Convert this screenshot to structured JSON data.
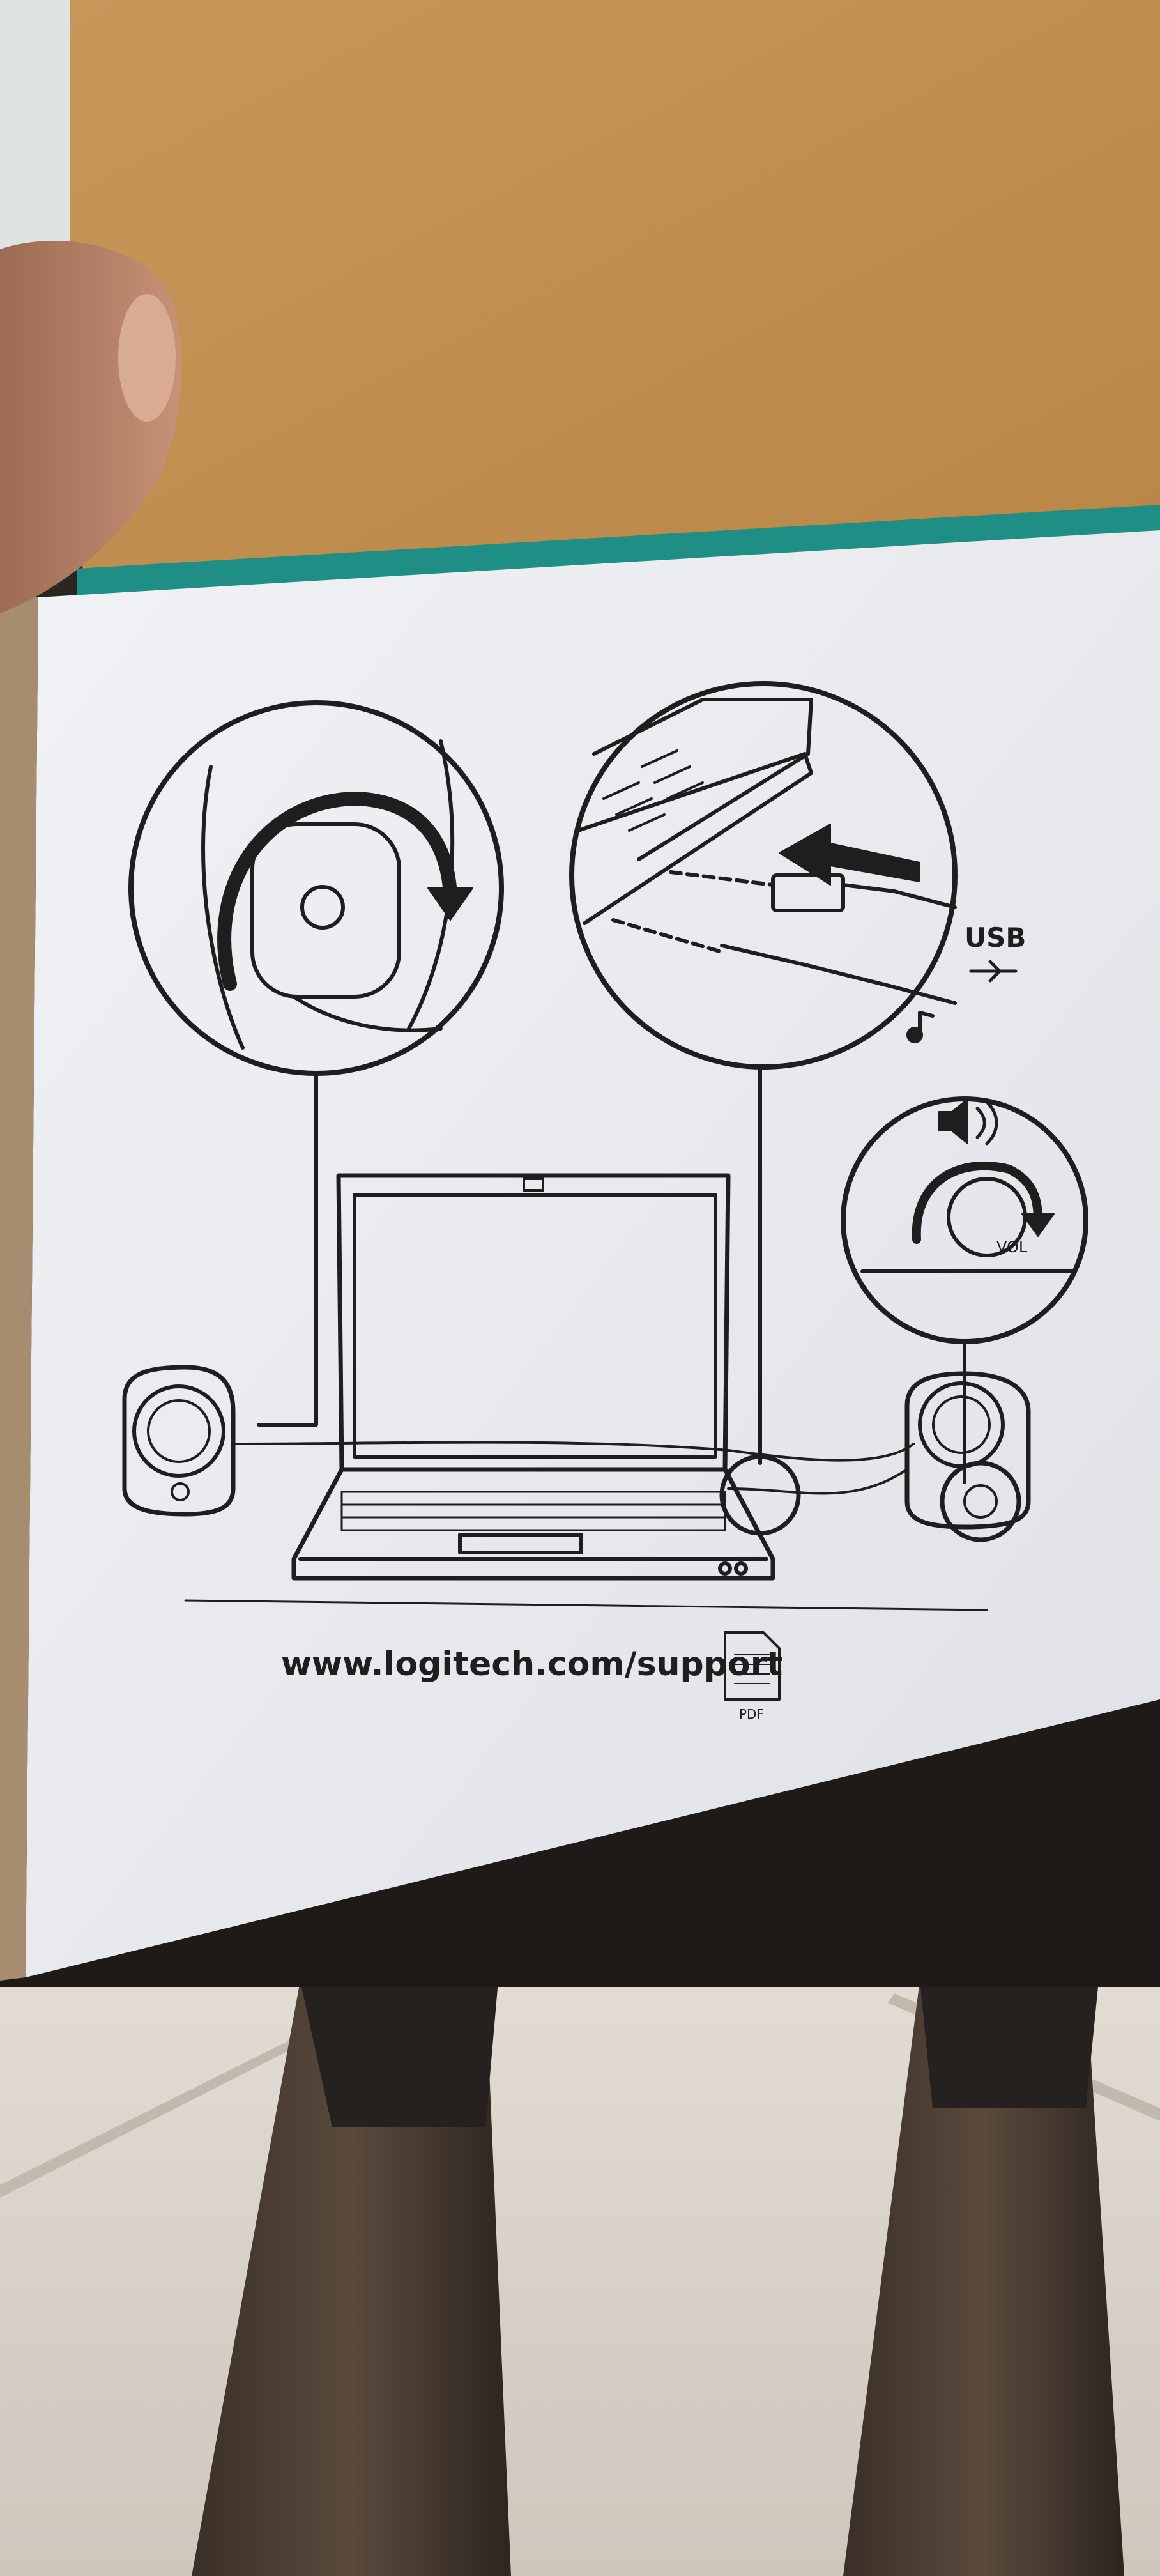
{
  "panel": {
    "usb_label": "USB",
    "url": "www.logitech.com/support",
    "pdf_label": "PDF",
    "vol_label": "VOL"
  },
  "palette": {
    "cardboard": "#c99a56",
    "teal_edge": "#1f8f86",
    "panel": "#eceef2",
    "ink": "#1e1e1e",
    "floor": "#d6cfc6"
  }
}
